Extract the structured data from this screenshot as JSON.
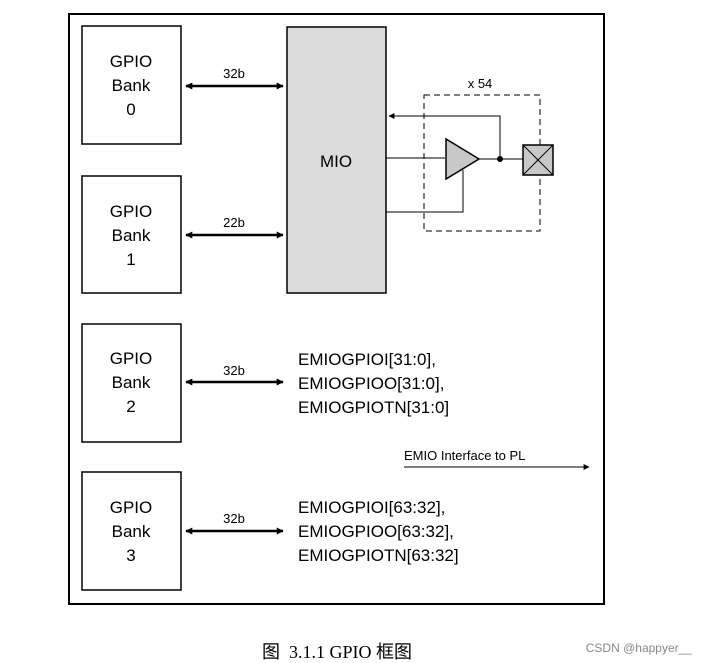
{
  "banks": [
    {
      "line1": "GPIO",
      "line2": "Bank",
      "line3": "0",
      "width": "32b"
    },
    {
      "line1": "GPIO",
      "line2": "Bank",
      "line3": "1",
      "width": "22b"
    },
    {
      "line1": "GPIO",
      "line2": "Bank",
      "line3": "2",
      "width": "32b"
    },
    {
      "line1": "GPIO",
      "line2": "Bank",
      "line3": "3",
      "width": "32b"
    }
  ],
  "mio": {
    "label": "MIO"
  },
  "io": {
    "multiplier": "x 54"
  },
  "emio": {
    "bank2_signals": [
      "EMIOGPIOI[31:0],",
      "EMIOGPIOO[31:0],",
      "EMIOGPIOTN[31:0]"
    ],
    "bank3_signals": [
      "EMIOGPIOI[63:32],",
      "EMIOGPIOO[63:32],",
      "EMIOGPIOTN[63:32]"
    ],
    "interface_label": "EMIO Interface to PL"
  },
  "caption": "图  3.1.1 GPIO 框图",
  "watermark": "CSDN @happyer__"
}
